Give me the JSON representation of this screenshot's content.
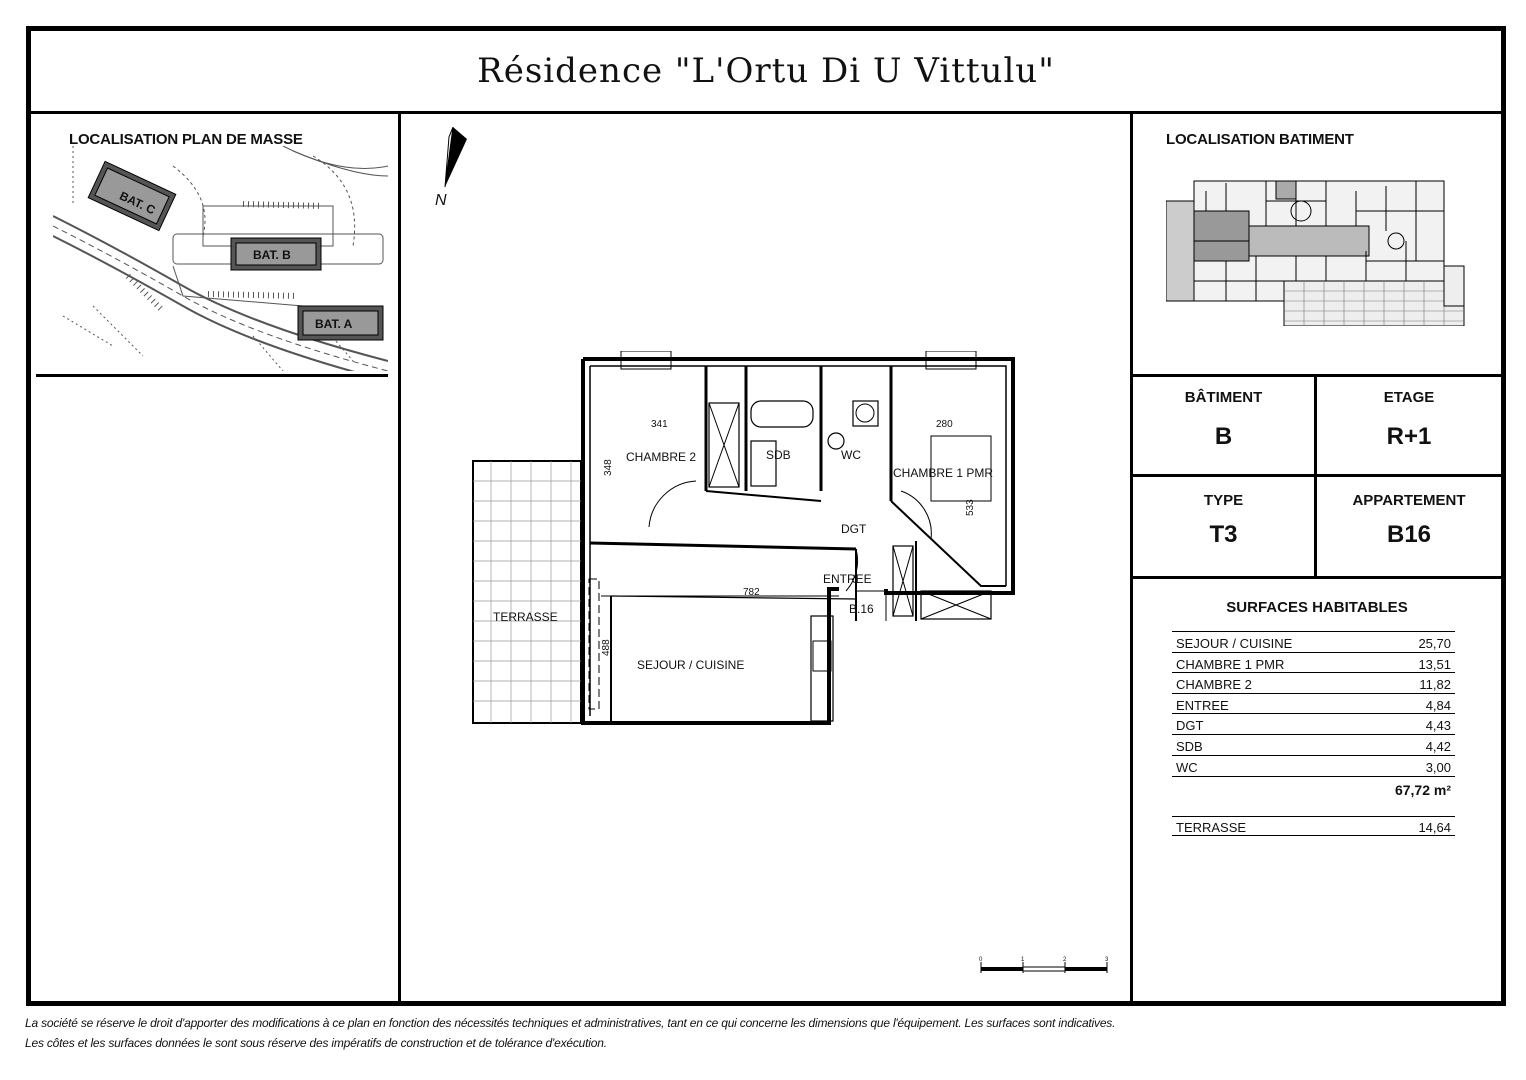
{
  "title": "Résidence \"L'Ortu Di U Vittulu\"",
  "site_plan": {
    "label": "LOCALISATION PLAN DE MASSE",
    "buildings": [
      "BAT. C",
      "BAT. B",
      "BAT. A"
    ]
  },
  "building_location": {
    "label": "LOCALISATION BATIMENT"
  },
  "compass": {
    "label": "N"
  },
  "info": {
    "batiment_label": "BÂTIMENT",
    "batiment_value": "B",
    "etage_label": "ETAGE",
    "etage_value": "R+1",
    "type_label": "TYPE",
    "type_value": "T3",
    "appartement_label": "APPARTEMENT",
    "appartement_value": "B16"
  },
  "surfaces": {
    "title": "SURFACES HABITABLES",
    "rows": [
      {
        "room": "SEJOUR / CUISINE",
        "area": "25,70"
      },
      {
        "room": "CHAMBRE 1 PMR",
        "area": "13,51"
      },
      {
        "room": "CHAMBRE 2",
        "area": "11,82"
      },
      {
        "room": "ENTREE",
        "area": "4,84"
      },
      {
        "room": "DGT",
        "area": "4,43"
      },
      {
        "room": "SDB",
        "area": "4,42"
      },
      {
        "room": "WC",
        "area": "3,00"
      }
    ],
    "total": "67,72 m²",
    "terrace": {
      "room": "TERRASSE",
      "area": "14,64"
    }
  },
  "plan": {
    "rooms": {
      "chambre2": "CHAMBRE 2",
      "sdb": "SDB",
      "wc": "WC",
      "chambre1": "CHAMBRE 1 PMR",
      "dgt": "DGT",
      "entree": "ENTREE",
      "terrasse": "TERRASSE",
      "sejour": "SEJOUR / CUISINE",
      "unit": "B.16"
    },
    "dims": {
      "d341": "341",
      "d280": "280",
      "d348": "348",
      "d533": "533",
      "d782": "782",
      "d488": "488"
    }
  },
  "scale": {
    "ticks": [
      "0",
      "1",
      "2",
      "3"
    ]
  },
  "footer": {
    "line1": "La société se réserve le droit d'apporter des modifications à ce plan en fonction des nécessités techniques et administratives, tant en ce qui concerne les dimensions que l'équipement. Les surfaces sont indicatives.",
    "line2": "Les côtes et les surfaces données le sont sous réserve des impératifs de construction et de tolérance d'exécution."
  }
}
